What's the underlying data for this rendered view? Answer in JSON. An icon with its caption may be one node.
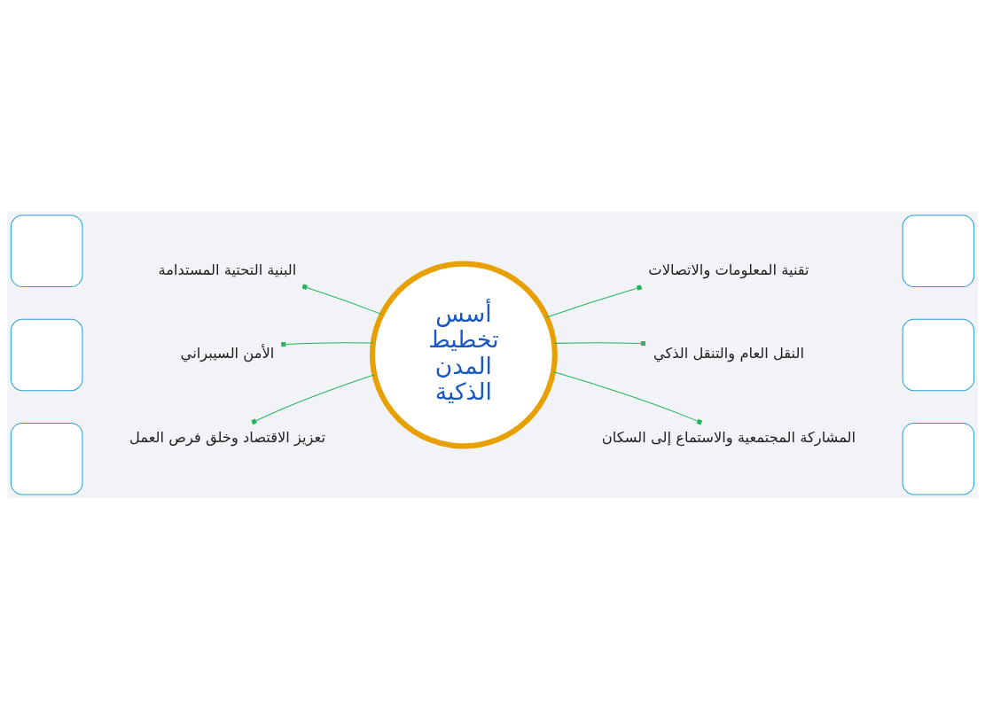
{
  "diagram": {
    "nodes": [
      {
        "text": [
          "أسس تخطيط المدن الذكية"
        ]
      },
      {
        "text": [],
        "shape": "box"
      },
      {
        "text": [
          "تقنية المعلومات والاتصالات"
        ]
      },
      {
        "text": [],
        "shape": "box"
      },
      {
        "text": [
          "النقل العام والتنقل الذكي"
        ]
      },
      {
        "text": [],
        "shape": "box"
      },
      {
        "text": [
          "المشاركة المجتمعية والاستماع إلى السكان"
        ]
      },
      {
        "text": [],
        "shape": "box"
      },
      {
        "text": [
          "البنية التحتية المستدامة"
        ]
      },
      {
        "text": [],
        "shape": "box"
      },
      {
        "text": [
          "الأمن السيبراني"
        ]
      },
      {
        "text": [],
        "shape": "box"
      },
      {
        "text": [
          "تعزيز الاقتصاد وخلق فرص العمل"
        ]
      }
    ],
    "edges": [
      {
        "from": 0,
        "to": 2,
        "arrow": "other"
      },
      {
        "from": 0,
        "to": 4,
        "arrow": "other"
      },
      {
        "from": 0,
        "to": 6,
        "arrow": "other"
      },
      {
        "from": 0,
        "to": 8,
        "arrow": "other"
      },
      {
        "from": 0,
        "to": 10,
        "arrow": "other"
      },
      {
        "from": 0,
        "to": 12,
        "arrow": "other"
      }
    ]
  }
}
